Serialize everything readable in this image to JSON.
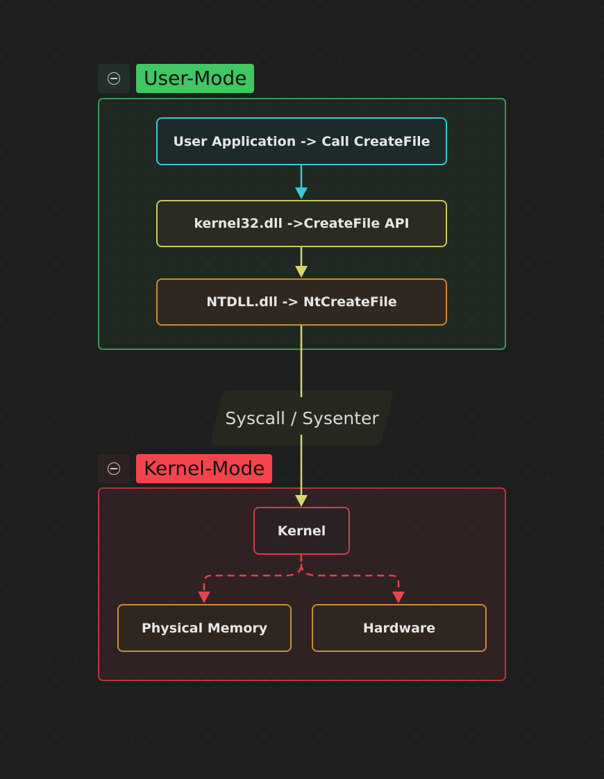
{
  "groups": {
    "user_mode": {
      "label": "User-Mode",
      "color": "#3ec762"
    },
    "kernel_mode": {
      "label": "Kernel-Mode",
      "color": "#f5444d"
    }
  },
  "nodes": {
    "user_app": "User Application -> Call CreateFile",
    "kernel32": "kernel32.dll ->CreateFile API",
    "ntdll": "NTDLL.dll -> NtCreateFile",
    "kernel": "Kernel",
    "physical_memory": "Physical Memory",
    "hardware": "Hardware"
  },
  "edge_labels": {
    "syscall": "Syscall / Sysenter"
  },
  "colors": {
    "cyan": "#3fc6cf",
    "yellow": "#d7d66a",
    "orange": "#c98a3a",
    "red": "#e8444c"
  }
}
